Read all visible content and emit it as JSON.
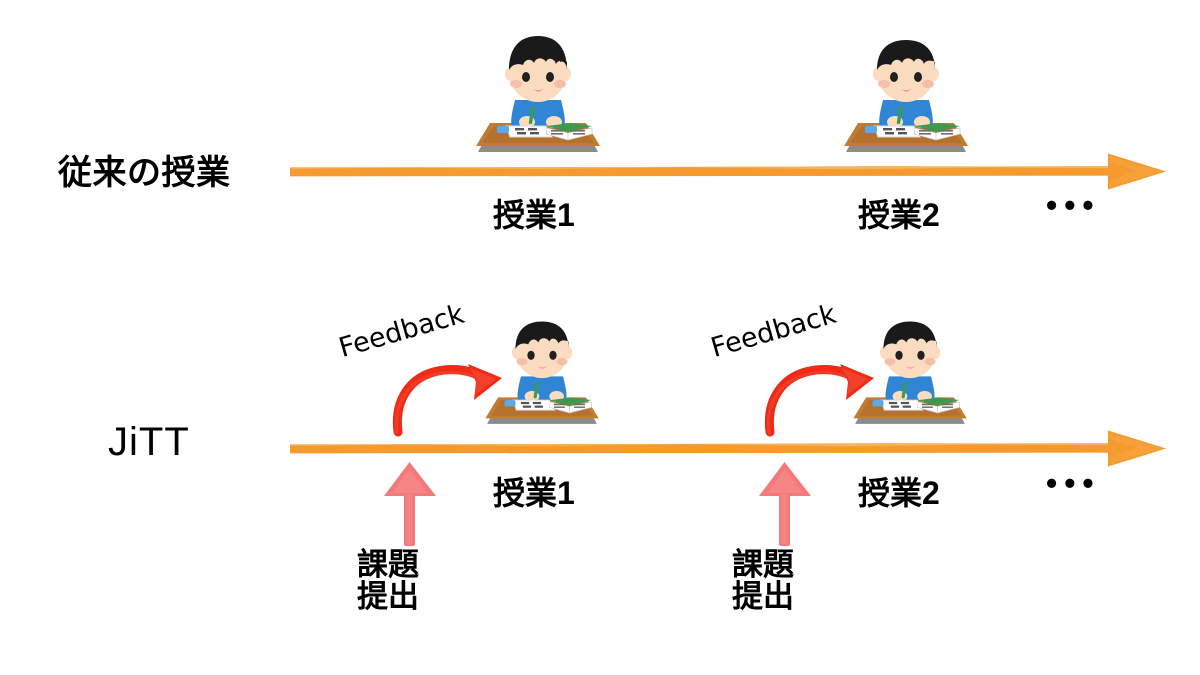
{
  "diagram": {
    "title_rows": {
      "traditional": "従来の授業",
      "jitt": "JiTT"
    },
    "colors": {
      "timeline_orange": "#F59A2E",
      "feedback_red": "#EE2B16",
      "submit_pink": "#F4797A",
      "shirt_blue": "#2E86D4",
      "desk_brown": "#B5712E",
      "hair_black": "#1A1A1A",
      "skin": "#FBDCC0",
      "text_black": "#000000",
      "background": "#FFFFFF"
    },
    "rows": [
      {
        "name": "traditional",
        "label": "従来の授業",
        "timeline_icon": "right-arrow-icon",
        "lessons": [
          {
            "label": "授業1",
            "student_icon": "student-studying-icon"
          },
          {
            "label": "授業2",
            "student_icon": "student-studying-icon"
          }
        ],
        "ellipsis": "•••"
      },
      {
        "name": "jitt",
        "label": "JiTT",
        "timeline_icon": "right-arrow-icon",
        "lessons": [
          {
            "label": "授業1",
            "student_icon": "student-studying-icon",
            "feedback_label": "Feedback",
            "feedback_icon": "curved-red-arrow-icon",
            "submit_icon": "up-arrow-icon",
            "submit_label_line1": "課題",
            "submit_label_line2": "提出"
          },
          {
            "label": "授業2",
            "student_icon": "student-studying-icon",
            "feedback_label": "Feedback",
            "feedback_icon": "curved-red-arrow-icon",
            "submit_icon": "up-arrow-icon",
            "submit_label_line1": "課題",
            "submit_label_line2": "提出"
          }
        ],
        "ellipsis": "•••"
      }
    ]
  }
}
